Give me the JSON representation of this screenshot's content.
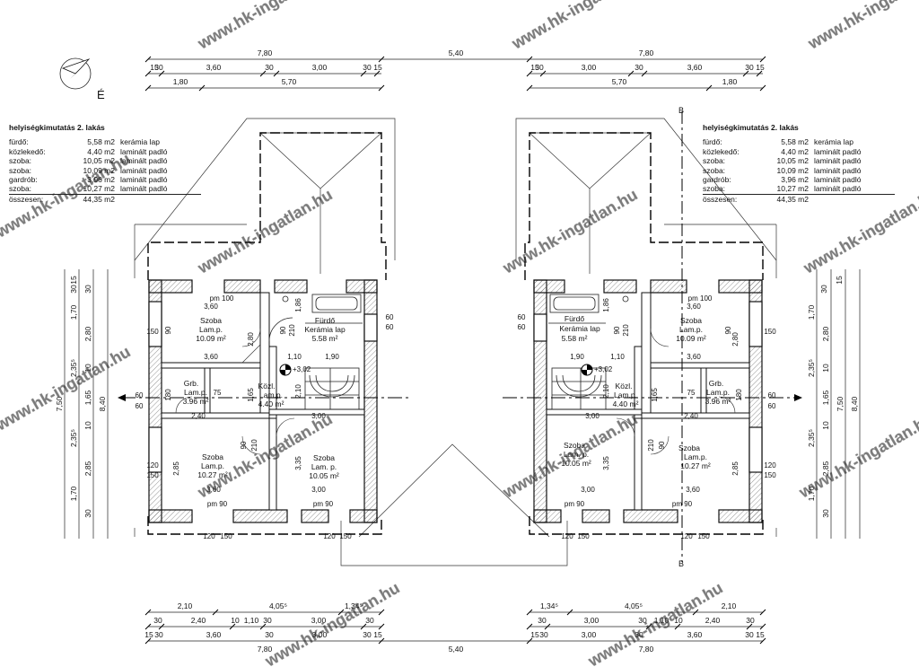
{
  "compass": {
    "label": "É"
  },
  "schedule_title": "helyiségkimutatás 2. lakás",
  "schedule": [
    {
      "name": "fürdő:",
      "area": "5,58 m2",
      "finish": "kerámia lap"
    },
    {
      "name": "közlekedő:",
      "area": "4,40 m2",
      "finish": "laminált padló"
    },
    {
      "name": "szoba:",
      "area": "10,05 m2",
      "finish": "laminált padló"
    },
    {
      "name": "szoba:",
      "area": "10,09 m2",
      "finish": "laminált padló"
    },
    {
      "name": "gardrób:",
      "area": "3,96 m2",
      "finish": "laminált padló"
    },
    {
      "name": "szoba:",
      "area": "10,27 m2",
      "finish": "laminált padló"
    }
  ],
  "schedule_total": {
    "name": "összesen:",
    "area": "44,35 m2"
  },
  "rooms": {
    "szoba_nw": {
      "name": "Szoba",
      "finish": "Lam.p.",
      "area": "10.09 m²"
    },
    "furdo": {
      "name": "Fürdő",
      "finish": "Kerámia lap",
      "area": "5.58 m²"
    },
    "grb": {
      "name": "Grb.",
      "finish": "Lam.p.",
      "area": "3.96 m²"
    },
    "kozl": {
      "name": "Közl.",
      "finish": "Lam.p.",
      "area": "4.40 m²"
    },
    "szoba_sw": {
      "name": "Szoba",
      "finish": "Lam.p.",
      "area": "10.27 m²"
    },
    "szoba_s": {
      "name": "Szoba",
      "finish": "Lam. p.",
      "area": "10.05 m²"
    }
  },
  "level_mark": "+3,02",
  "section_mark": "B",
  "watermark": "www.hk-ingatlan.hu",
  "dims": {
    "top1": [
      "7,80",
      "5,40",
      "7,80"
    ],
    "top2": [
      "15",
      "30",
      "3,60",
      "30",
      "3,00",
      "30",
      "15"
    ],
    "top3": [
      "1,80",
      "5,70"
    ],
    "bot1": [
      "2,10",
      "4,05⁵",
      "1,34⁵"
    ],
    "bot2": [
      "30",
      "2,40",
      "10",
      "1,10",
      "30",
      "3,00",
      "30"
    ],
    "bot3": [
      "15",
      "30",
      "3,60",
      "30",
      "3,00",
      "30",
      "15"
    ],
    "left1": [
      "30",
      "15"
    ],
    "left2": [
      "1,70",
      "2,35⁵",
      "2,35⁵",
      "1,70"
    ],
    "left3": [
      "30",
      "2,80",
      "10",
      "1,65",
      "10",
      "2,85",
      "30"
    ],
    "left_total": [
      "7,50",
      "8,40"
    ],
    "interior": {
      "w360": "3,60",
      "w300": "3,00",
      "w240": "2,40",
      "w190": "1,90",
      "w110": "1,10",
      "h280": "2,80",
      "h285": "2,85",
      "h165": "1,65",
      "h210": "2,10",
      "h335": "3,35",
      "h186": "1,86",
      "pm100": "pm  100",
      "pm90": "pm  90",
      "n75": "75",
      "n90": "90",
      "n210": "210",
      "n120": "120",
      "n150": "150",
      "n60": "60",
      "n180": "180",
      "n10": "10"
    }
  }
}
